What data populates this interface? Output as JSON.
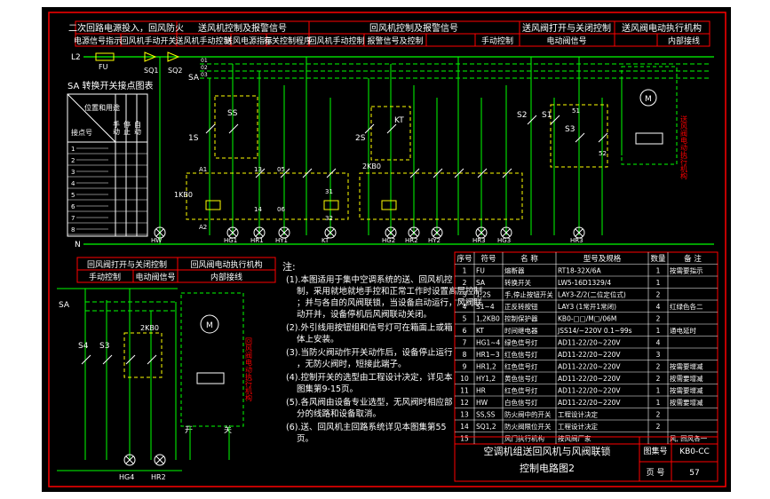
{
  "header": {
    "row1": [
      "二次回路电源投入，回风防火",
      "送风机控制及报警信号",
      "回风机控制及报警信号",
      "送风阀打开与关闭控制",
      "送风阀电动执行机构"
    ],
    "row2": [
      "电源信号指示",
      "回风机手动开关",
      "送风机手动控制",
      "送风电源指示",
      "有关控制程序",
      "回风机手动控制",
      "报警信号及控制",
      "手动控制",
      "电动阀信号",
      "内部接线"
    ]
  },
  "supply": {
    "l2": "L2",
    "fu": "FU",
    "sq1": "SQ1",
    "sq2": "SQ2",
    "n": "N"
  },
  "sa_table": {
    "title": "SA 转换开关接点图表",
    "head_pos": "位置和用途",
    "head_contact": "接点号",
    "cols": [
      "手动",
      "停止",
      "自动"
    ],
    "rows": [
      "1",
      "2",
      "3",
      "4",
      "5",
      "6",
      "7",
      "8"
    ]
  },
  "circuit_labels": {
    "sa_bus": "SA",
    "bus_tags": [
      "01",
      "02",
      "03"
    ],
    "switches": [
      "1S",
      "SS",
      "S1",
      "2S",
      "KT",
      "S2",
      "S3",
      "1KB0",
      "2KB0"
    ],
    "points": [
      "A1",
      "A2",
      "13",
      "14",
      "05",
      "06",
      "31",
      "32",
      "51",
      "52"
    ],
    "lamps": [
      "HW",
      "HG1",
      "HR1",
      "HY1",
      "KT",
      "HG2",
      "HR2",
      "HY2",
      "HR3",
      "HG3",
      "HR3"
    ],
    "actuator_note": "送风阀电动执行机构"
  },
  "lower": {
    "header": [
      "回风阀打开与关闭控制",
      "回风阀电动执行机构"
    ],
    "header2": [
      "手动控制",
      "电动阀信号",
      "内部接线"
    ],
    "switches": [
      "S4",
      "S3",
      "SA",
      "2KB0"
    ],
    "lamps": [
      "HG4",
      "HR2"
    ],
    "actuator_note": "回风阀电动执行机构",
    "open_label": "开",
    "close_label": "关"
  },
  "notes": {
    "title": "注:",
    "items": [
      "(1).本图适用于集中空调系统的送、回风机控制，采用就地就地手控和正常工作时设置高层控制；并与各自的风阀联锁，当设备启动运行，风阀联动开并，设备停机后风阀联动关闭。",
      "(2).外引线用按钮组和信号灯可在箱面上或箱体上安装。",
      "(3).当防火阀动作开关动作后，设备停止运行，无防火阀时，短接此端子。",
      "(4).控制开关的选型由工程设计决定，详见本图集第9-15页。",
      "(5).各风阀由设备专业选型，无风阀时相应部分的线路和设备取消。",
      "(6).送、回风机主回路系统详见本图集第55页。"
    ]
  },
  "parts": {
    "headers": [
      "序号",
      "符号",
      "名 称",
      "型号及规格",
      "数量",
      "备 注"
    ],
    "rows": [
      [
        "1",
        "FU",
        "熔断器",
        "RT18-32X/6A",
        "1",
        "按需要指示"
      ],
      [
        "2",
        "SA",
        "转换开关",
        "LW5-16D1329/4",
        "1",
        ""
      ],
      [
        "3",
        "1,2S",
        "手,停止按钮开关",
        "LAY3-Z/2(二位定位式)",
        "2",
        ""
      ],
      [
        "4",
        "S1~4",
        "正反转按钮",
        "LAY3 (1常开1常闭)",
        "4",
        "红绿色各二"
      ],
      [
        "5",
        "1,2KB0",
        "控制保护器",
        "KB0-□□/M□/06M",
        "2",
        ""
      ],
      [
        "6",
        "KT",
        "时间继电器",
        "JSS14/~220V 0.1~99s",
        "1",
        "通电延时"
      ],
      [
        "7",
        "HG1~4",
        "绿色信号灯",
        "AD11-22/20~220V",
        "4",
        ""
      ],
      [
        "8",
        "HR1~3",
        "红色信号灯",
        "AD11-22/20~220V",
        "3",
        ""
      ],
      [
        "9",
        "HR1,2",
        "红色信号灯",
        "AD11-22/20~220V",
        "2",
        "按需要增减"
      ],
      [
        "10",
        "HY1,2",
        "黄色信号灯",
        "AD11-22/20~220V",
        "2",
        "按需要增减"
      ],
      [
        "11",
        "HR",
        "红色信号灯",
        "AD11-22/20~220V",
        "1",
        "按需要增减"
      ],
      [
        "12",
        "HW",
        "白色信号灯",
        "AD11-22/20~220V",
        "1",
        "按需要增减"
      ],
      [
        "13",
        "SS,SS",
        "防火阀中的开关",
        "工程设计决定",
        "2",
        ""
      ],
      [
        "14",
        "SQ1,2",
        "防火阀限位开关",
        "工程设计决定",
        "2",
        ""
      ],
      [
        "15",
        "",
        "风门执行机构",
        "按风阀厂家",
        "",
        "风, 回风各一"
      ]
    ]
  },
  "title_block": {
    "title_line1": "空调机组送回风机与风阀联锁",
    "title_line2": "控制电路图2",
    "atlas_label": "图集号",
    "atlas_no": "KB0-CC",
    "page_label": "页 号",
    "page_no": "57"
  },
  "colors": {
    "background": "#ffffff",
    "sheet": "#000000",
    "frame": "#ff0000",
    "wire": "#00ff00",
    "text": "#ffffff",
    "device": "#ffff00",
    "dashed": "#ffff00",
    "lamp": "#ffffff",
    "accent": "#00ffff"
  }
}
